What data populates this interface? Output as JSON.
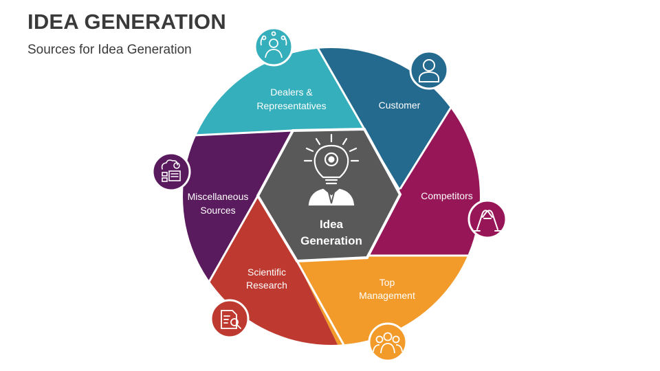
{
  "header": {
    "title": "IDEA GENERATION",
    "subtitle": "Sources for Idea Generation"
  },
  "center": {
    "line1": "Idea",
    "line2": "Generation",
    "icon": "lightbulb-gear-person-icon",
    "color": "#595959"
  },
  "segments": [
    {
      "id": "dealers",
      "line1": "Dealers &",
      "line2": "Representatives",
      "color": "#35AFBB",
      "icon": "dealer-representative-icon"
    },
    {
      "id": "customer",
      "line1": "Customer",
      "line2": "",
      "color": "#236A8E",
      "icon": "customer-user-icon"
    },
    {
      "id": "competitors",
      "line1": "Competitors",
      "line2": "",
      "color": "#961657",
      "icon": "handshake-competition-icon"
    },
    {
      "id": "top-management",
      "line1": "Top",
      "line2": "Management",
      "color": "#F29B2A",
      "icon": "management-team-icon"
    },
    {
      "id": "scientific-research",
      "line1": "Scientific",
      "line2": "Research",
      "color": "#BE3A31",
      "icon": "research-document-search-icon"
    },
    {
      "id": "misc-sources",
      "line1": "Miscellaneous",
      "line2": "Sources",
      "color": "#5A1A5E",
      "icon": "miscellaneous-sources-icon"
    }
  ]
}
